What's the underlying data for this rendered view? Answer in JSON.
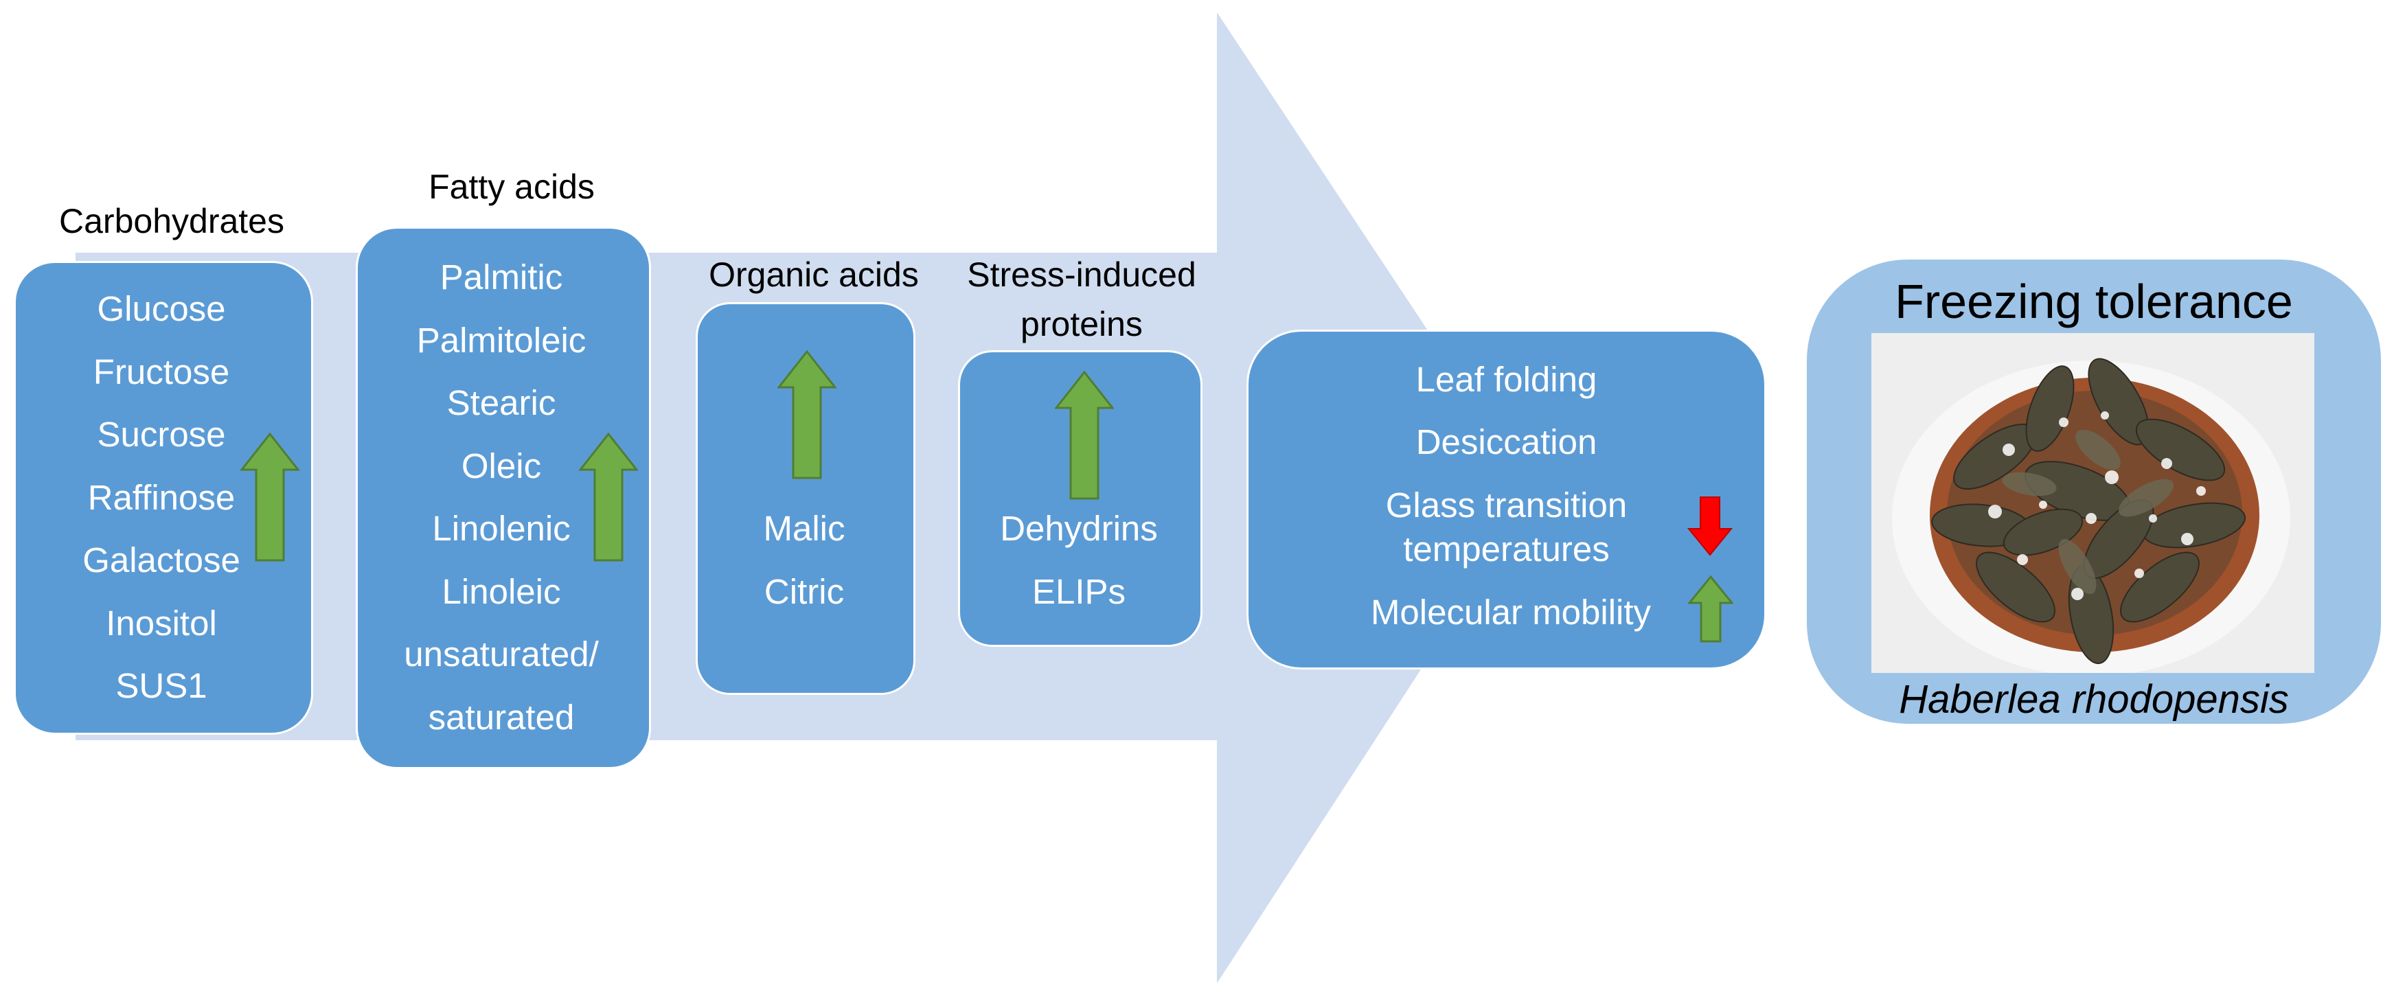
{
  "colors": {
    "big_arrow": "#d0dcef",
    "box_fill": "#5b9bd5",
    "result_fill": "#9dc3e6",
    "increase_arrow": "#70ad47",
    "decrease_arrow": "#ff0000"
  },
  "carbohydrates": {
    "heading": "Carbohydrates",
    "items": [
      "Glucose",
      "Fructose",
      "Sucrose",
      "Raffinose",
      "Galactose",
      "Inositol",
      "SUS1"
    ],
    "trend": "increase"
  },
  "fatty_acids": {
    "heading": "Fatty acids",
    "items": [
      "Palmitic",
      "Palmitoleic",
      "Stearic",
      "Oleic",
      "Linolenic",
      "Linoleic",
      "unsaturated/",
      "saturated"
    ],
    "trend": "increase"
  },
  "organic_acids": {
    "heading": "Organic acids",
    "items": [
      "Malic",
      "Citric"
    ],
    "trend": "increase"
  },
  "proteins": {
    "heading_line1": "Stress-induced",
    "heading_line2": "proteins",
    "items": [
      "Dehydrins",
      "ELIPs"
    ],
    "trend": "increase"
  },
  "physical": {
    "leaf_folding": "Leaf folding",
    "desiccation": "Desiccation",
    "glass_line1": "Glass transition",
    "glass_line2": "temperatures",
    "glass_trend": "decrease",
    "mobility": "Molecular mobility",
    "mobility_trend": "increase"
  },
  "result": {
    "title": "Freezing tolerance",
    "species": "Haberlea rhodopensis"
  }
}
